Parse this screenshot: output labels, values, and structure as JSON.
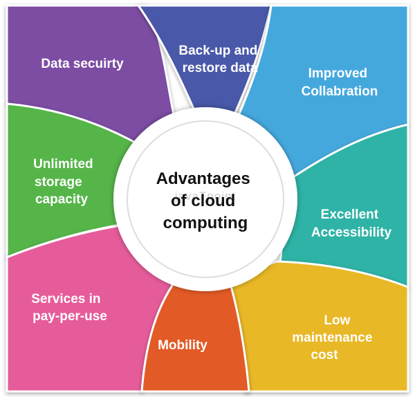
{
  "center": {
    "title_lines": [
      "Advantages",
      "of cloud",
      "computing"
    ]
  },
  "watermark": "javaTpoint",
  "petals": [
    {
      "label_lines": [
        "Data secuirty"
      ],
      "color": "#7b4ea3"
    },
    {
      "label_lines": [
        "Back-up and",
        "restore data"
      ],
      "color": "#4a58a8"
    },
    {
      "label_lines": [
        "Improved",
        "Collabration"
      ],
      "color": "#45a8dd"
    },
    {
      "label_lines": [
        "Excellent",
        "Accessibility"
      ],
      "color": "#2fb3a6"
    },
    {
      "label_lines": [
        "Low",
        "maintenance",
        "cost"
      ],
      "color": "#e8b828"
    },
    {
      "label_lines": [
        "Mobility"
      ],
      "color": "#e25a26"
    },
    {
      "label_lines": [
        "Services in",
        "pay-per-use"
      ],
      "color": "#e65b9a"
    },
    {
      "label_lines": [
        "Unlimited",
        "storage",
        "capacity"
      ],
      "color": "#55b548"
    }
  ]
}
